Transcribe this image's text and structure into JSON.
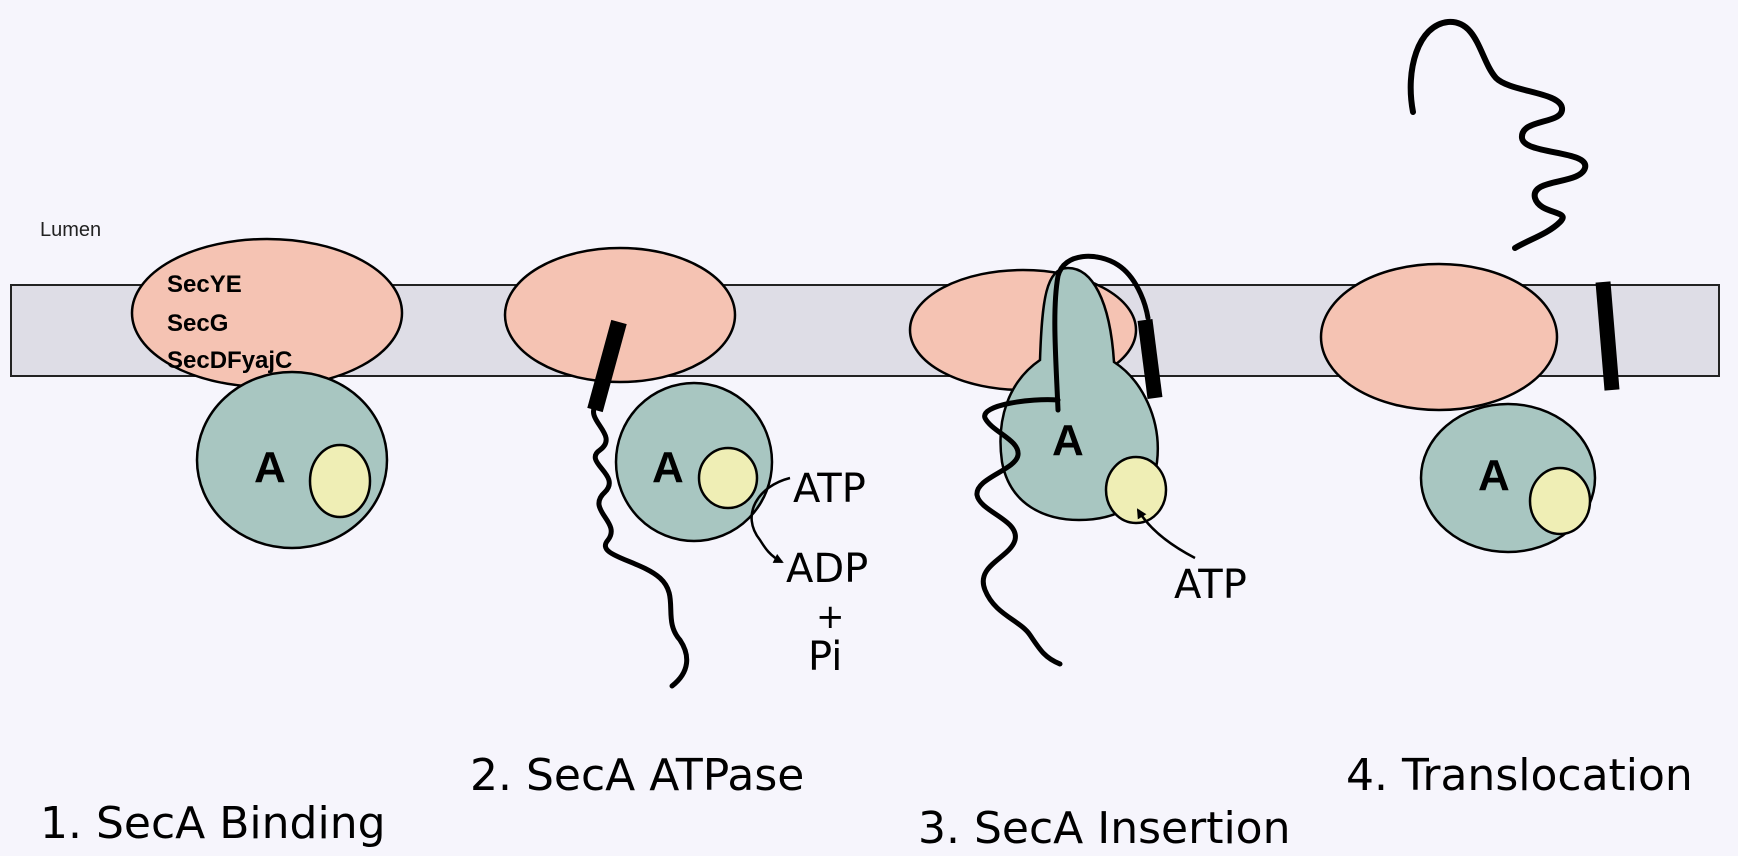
{
  "region_label": "Lumen",
  "complex_labels": [
    "SecYE",
    "SecG",
    "SecDFyajC"
  ],
  "seca_letter": "A",
  "stages": [
    {
      "caption": "1. SecA Binding"
    },
    {
      "caption": "2. SecA ATPase",
      "atp": "ATP",
      "adp": "ADP",
      "plus": "+",
      "pi": "Pi"
    },
    {
      "caption": "3. SecA Insertion",
      "atp": "ATP"
    },
    {
      "caption": "4. Translocation"
    }
  ],
  "colors": {
    "background": "#f6f5fc",
    "membrane": "#dedde6",
    "translocon": "#f5c3b3",
    "seca": "#a8c6c1",
    "atp_site": "#efeeb5",
    "outline": "#000000"
  }
}
